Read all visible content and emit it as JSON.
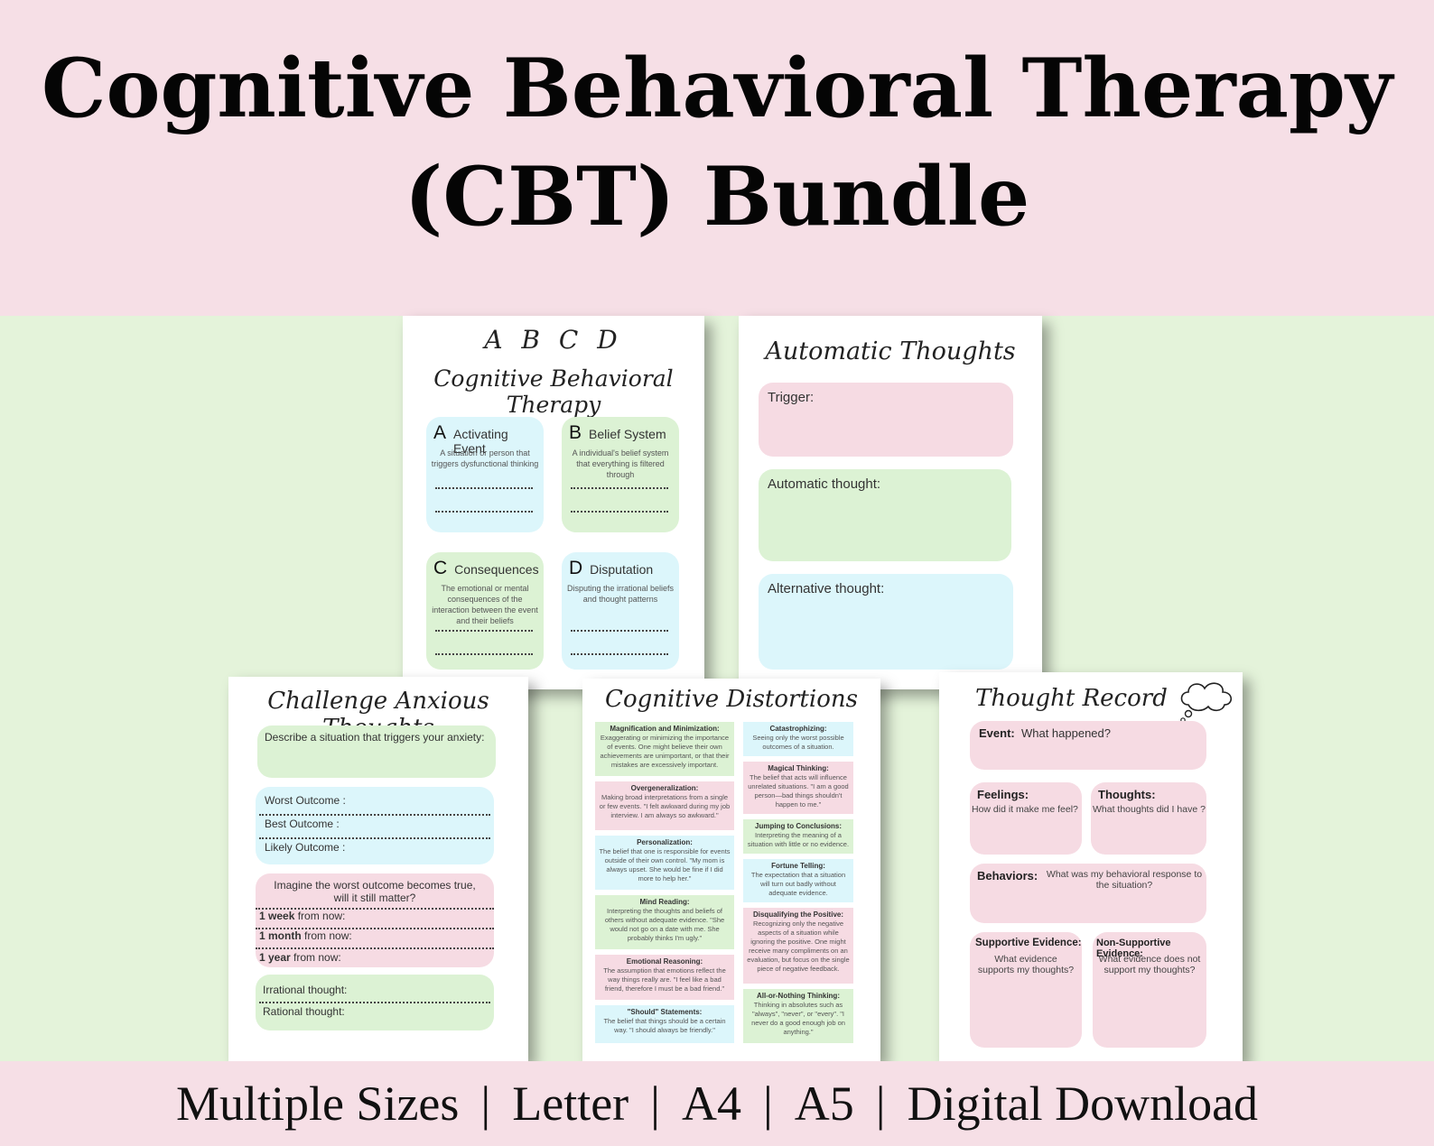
{
  "header": {
    "title_line1": "Cognitive Behavioral Therapy",
    "title_line2": "(CBT) Bundle"
  },
  "footer": {
    "items": [
      "Multiple Sizes",
      "Letter",
      "A4",
      "A5",
      "Digital Download"
    ],
    "separator": "|"
  },
  "abcd": {
    "title": "A B C D",
    "subtitle": "Cognitive Behavioral Therapy",
    "cells": [
      {
        "letter": "A",
        "name": "Activating Event",
        "desc": "A situation or person that triggers dysfunctional thinking"
      },
      {
        "letter": "B",
        "name": "Belief System",
        "desc": "A individual's belief system that everything is filtered through"
      },
      {
        "letter": "C",
        "name": "Consequences",
        "desc": "The emotional or mental consequences of the interaction between the event and their beliefs"
      },
      {
        "letter": "D",
        "name": "Disputation",
        "desc": "Disputing the irrational beliefs and thought patterns"
      }
    ]
  },
  "automatic": {
    "title": "Automatic Thoughts",
    "fields": [
      "Trigger:",
      "Automatic thought:",
      "Alternative thought:"
    ]
  },
  "challenge": {
    "title": "Challenge Anxious Thoughts",
    "describe": "Describe a situation that triggers your anxiety:",
    "outcomes": [
      "Worst Outcome :",
      "Best Outcome :",
      "Likely Outcome :"
    ],
    "imagine": "Imagine the worst outcome becomes true, will it still matter?",
    "timeframes": [
      {
        "bold": "1 week",
        "rest": " from now:"
      },
      {
        "bold": "1 month",
        "rest": " from now:"
      },
      {
        "bold": "1 year",
        "rest": " from now:"
      }
    ],
    "thoughts": [
      "Irrational thought:",
      "Rational  thought:"
    ]
  },
  "distortions": {
    "title": "Cognitive Distortions",
    "left": [
      {
        "name": "Magnification and Minimization:",
        "desc": "Exaggerating or minimizing the importance of events. One might believe their own achievements are unimportant, or that their mistakes are excessively important."
      },
      {
        "name": "Overgeneralization:",
        "desc": "Making broad interpretations from a single or few events. \"I felt awkward during my job interview. I am always so awkward.\""
      },
      {
        "name": "Personalization:",
        "desc": "The belief that one is responsible for events outside of their own control. \"My mom is always upset. She would be fine if I did more to help her.\""
      },
      {
        "name": "Mind Reading:",
        "desc": "Interpreting the thoughts and beliefs of others without adequate evidence. \"She would not go on a date with me. She probably thinks I'm ugly.\""
      },
      {
        "name": "Emotional Reasoning:",
        "desc": "The assumption that emotions reflect the way things really are. \"I feel like a bad friend, therefore I must be a bad friend.\""
      },
      {
        "name": "\"Should\" Statements:",
        "desc": "The belief that things should be a certain way. \"I should always be friendly.\""
      }
    ],
    "right": [
      {
        "name": "Catastrophizing:",
        "desc": "Seeing only the worst possible outcomes of a situation."
      },
      {
        "name": "Magical Thinking:",
        "desc": "The belief that acts will influence unrelated situations. \"I am a good person—bad things shouldn't happen to me.\""
      },
      {
        "name": "Jumping to Conclusions:",
        "desc": "Interpreting the meaning of a situation with little or no evidence."
      },
      {
        "name": "Fortune Telling:",
        "desc": "The expectation that a situation will turn out badly without adequate evidence."
      },
      {
        "name": "Disqualifying the Positive:",
        "desc": "Recognizing only the negative aspects of a situation while ignoring the positive. One might receive many compliments on an evaluation, but focus on the single piece of negative feedback."
      },
      {
        "name": "All-or-Nothing Thinking:",
        "desc": "Thinking in absolutes such as \"always\", \"never\", or \"every\". \"I never do a good enough job on anything.\""
      }
    ]
  },
  "record": {
    "title": "Thought Record",
    "event_label": "Event:",
    "event_q": "What happened?",
    "feelings_label": "Feelings:",
    "feelings_q": "How did it make me feel?",
    "thoughts_label": "Thoughts:",
    "thoughts_q": "What thoughts did I have ?",
    "behaviors_label": "Behaviors:",
    "behaviors_q": "What was my behavioral response to the situation?",
    "support_label": "Supportive Evidence:",
    "support_q": "What evidence supports my thoughts?",
    "nonsupport_label": "Non-Supportive Evidence:",
    "nonsupport_q": "What evidence does not support my thoughts?"
  },
  "colors": {
    "pink": "#f6dfe6",
    "green": "#e4f3da",
    "blue": "#dcf6fb"
  }
}
